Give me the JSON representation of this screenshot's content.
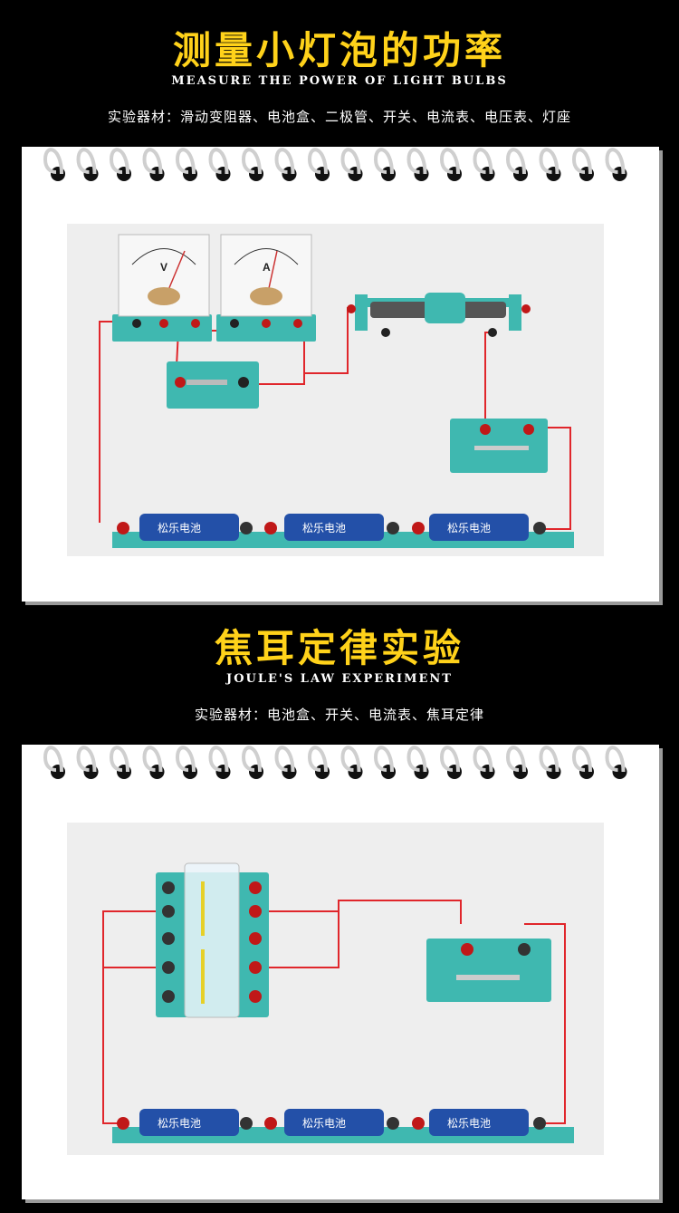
{
  "section1": {
    "title": "测量小灯泡的功率",
    "subtitle": "MEASURE THE POWER OF LIGHT BULBS",
    "materials": "实验器材：滑动变阻器、电池盒、二极管、开关、电流表、电压表、灯座",
    "voltmeter_symbol": "V",
    "ammeter_symbol": "A",
    "battery_brand": "松乐电池"
  },
  "section2": {
    "title": "焦耳定律实验",
    "subtitle": "JOULE'S LAW EXPERIMENT",
    "materials": "实验器材：电池盒、开关、电流表、焦耳定律",
    "battery_brand": "松乐电池"
  },
  "colors": {
    "background": "#000000",
    "title": "#ffd21a",
    "component_teal": "#3fb8b0",
    "wire_red": "#e0262b"
  }
}
